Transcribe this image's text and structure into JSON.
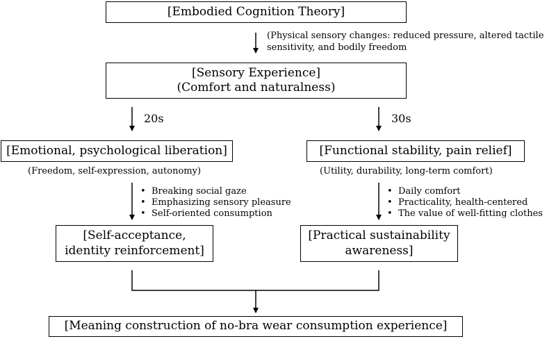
{
  "theory": "[Embodied Cognition Theory]",
  "physical_changes": {
    "line1": "(Physical sensory changes: reduced pressure, altered tactile",
    "line2": "sensitivity, and bodily freedom"
  },
  "sensory": {
    "line1": "[Sensory Experience]",
    "line2": "(Comfort and naturalness)"
  },
  "age_left": "20s",
  "age_right": "30s",
  "left": {
    "box": "[Emotional, psychological liberation]",
    "detail": "(Freedom, self-expression, autonomy)",
    "bullets": [
      "Breaking social gaze",
      "Emphasizing sensory pleasure",
      "Self-oriented consumption"
    ],
    "result_line1": "[Self-acceptance,",
    "result_line2": "identity reinforcement]"
  },
  "right": {
    "box": "[Functional stability, pain relief]",
    "detail": "(Utility, durability, long-term comfort)",
    "bullets": [
      "Daily comfort",
      "Practicality, health-centered",
      "The value of well-fitting clothes"
    ],
    "result_line1": "[Practical sustainability",
    "result_line2": "awareness]"
  },
  "meaning": "[Meaning construction of no-bra wear consumption experience]"
}
